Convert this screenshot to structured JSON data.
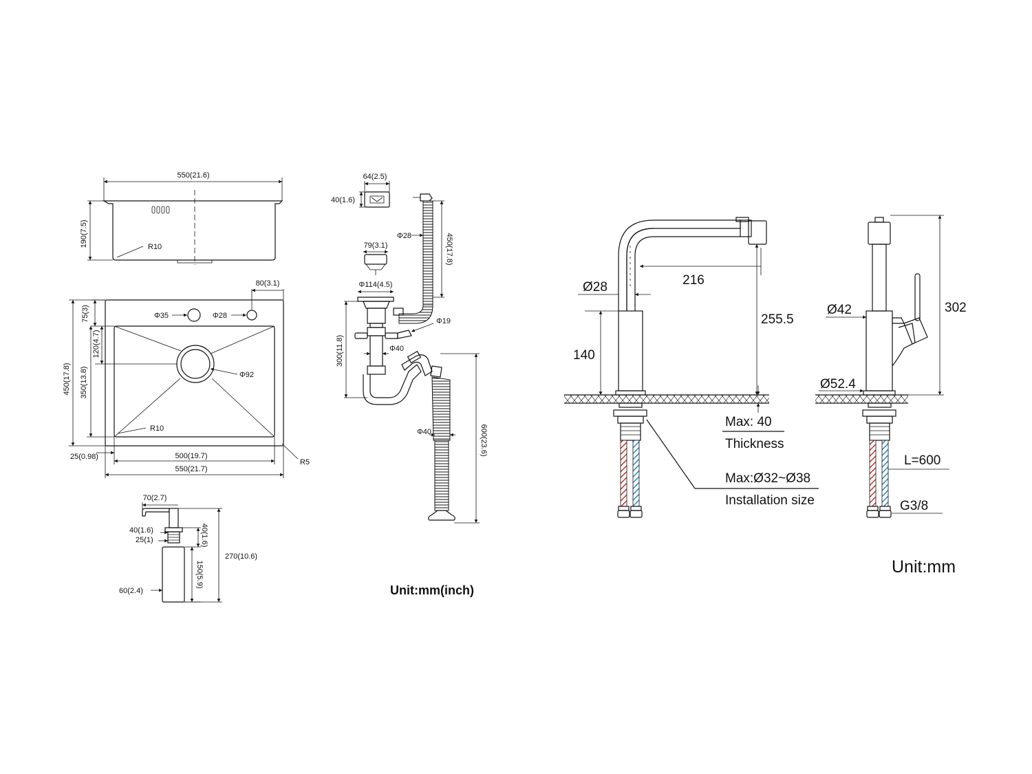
{
  "sink_top": {
    "width_label": "550(21.6)",
    "depth_label": "190(7.5)",
    "corner_label": "R10"
  },
  "sink_plan": {
    "hole_spacing_label": "80(3.1)",
    "edge_offset_label": "75(3)",
    "hole1_label": "Φ35",
    "hole2_label": "Φ28",
    "drain_offset_label": "120(4.7)",
    "drain_label": "Φ92",
    "outer_depth_label": "450(17.8)",
    "inner_depth_label": "350(13.8)",
    "inner_corner_label": "R10",
    "rim_label": "25(0.98)",
    "inner_width_label": "500(19.7)",
    "outer_width_label": "550(21.7)",
    "outer_corner_label": "R5"
  },
  "soap_dispenser": {
    "spout_label": "70(2.7)",
    "neck_label": "40(1.6)",
    "thread_label": "25(1)",
    "head_height_label": "40(1.6)",
    "bottle_height_label": "150(5.9)",
    "total_height_label": "270(10.6)",
    "bottle_dia_label": "60(2.4)"
  },
  "drain_kit": {
    "overflow_w_label": "64(2.5)",
    "overflow_h_label": "40(1.6)",
    "hose_dia_label": "Φ28",
    "hose_len_label": "450(17.8)",
    "basket_label": "79(3.1)",
    "strainer_label": "Φ114(4.5)",
    "tee_label": "Φ19",
    "pipe_label": "Φ40",
    "height_label": "300(11.8)",
    "outlet_label": "Φ40",
    "outlet_len_label": "600(23.6)",
    "unit_label": "Unit:mm(inch)"
  },
  "faucet_side": {
    "spout_dia_label": "Ø28",
    "reach_label": "216",
    "spout_height_label": "255.5",
    "body_height_label": "140",
    "max_thickness_label": "Max: 40",
    "thickness_label": "Thickness",
    "install_label": "Max:Ø32~Ø38",
    "install_size_label": "Installation size"
  },
  "faucet_front": {
    "body_dia_label": "Ø42",
    "total_height_label": "302",
    "base_dia_label": "Ø52.4",
    "hose_len_label": "L=600",
    "thread_label": "G3/8",
    "unit_label": "Unit:mm"
  },
  "colors": {
    "line": "#111111",
    "hot_hose": "#c0392b",
    "cold_hose": "#2e86c1"
  }
}
